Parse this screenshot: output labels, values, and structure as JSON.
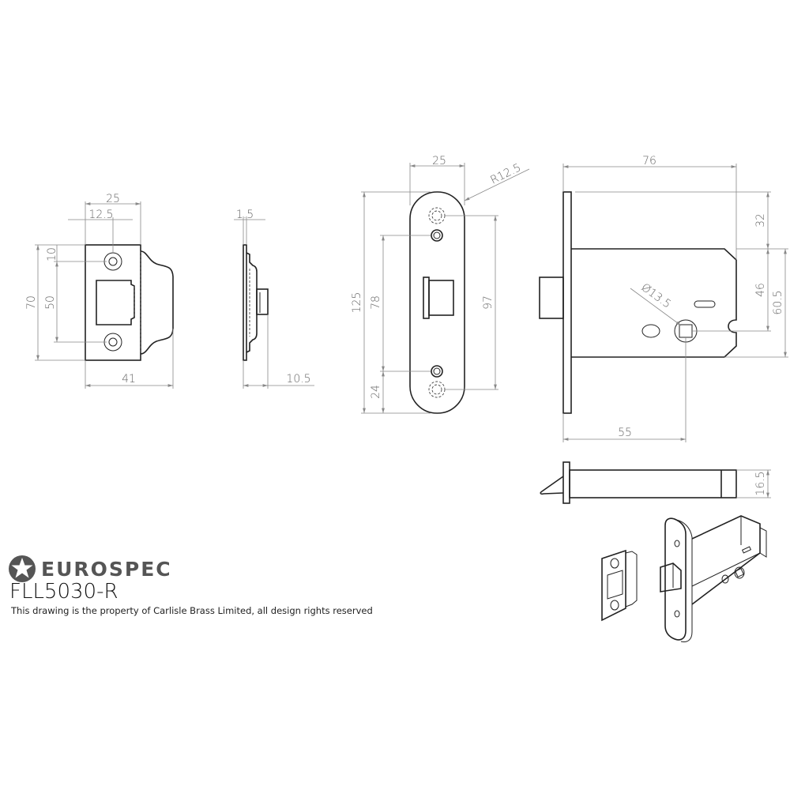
{
  "brand": {
    "name": "EUROSPEC",
    "logo_icon": "star-in-circle-icon",
    "color": "#555555"
  },
  "product": {
    "model": "FLL5030-R",
    "copyright": "This drawing is the property of Carlisle Brass Limited, all design rights reserved"
  },
  "views": {
    "strike_plate_front": {
      "dims": {
        "width": "25",
        "hole_offset": "12.5",
        "top_offset": "10",
        "height": "70",
        "hole_spacing": "50",
        "total_depth": "41"
      }
    },
    "strike_plate_side": {
      "dims": {
        "thickness": "1.5",
        "depth": "10.5"
      }
    },
    "forend_front": {
      "dims": {
        "width": "25",
        "radius": "R12.5",
        "height": "125",
        "inner_hole_spacing": "78",
        "outer_hole_spacing": "97",
        "bottom_offset": "24"
      }
    },
    "latch_side": {
      "dims": {
        "case_depth": "76",
        "top_offset": "32",
        "case_mid": "46",
        "case_height": "60.5",
        "spindle_diameter": "Ø13.5",
        "backset": "55"
      }
    },
    "latch_top": {
      "dims": {
        "thickness": "16.5"
      }
    },
    "isometric": {
      "label": "isometric-view"
    }
  }
}
